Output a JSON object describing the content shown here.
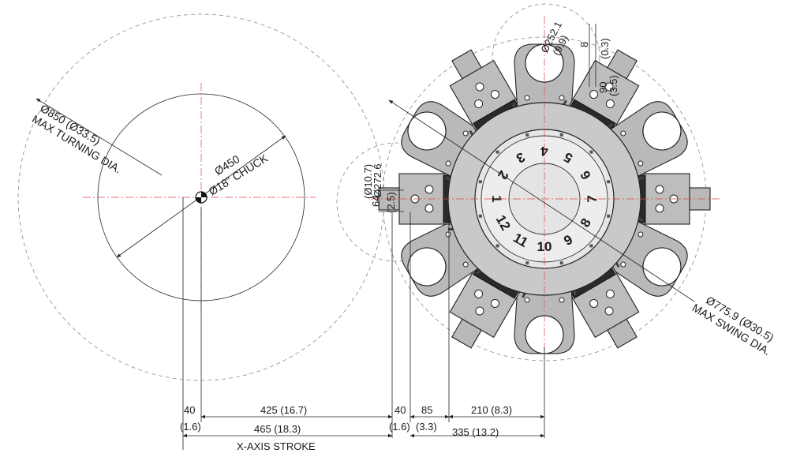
{
  "chuck": {
    "max_turning_dia": "Ø850 (Ø33.5)",
    "max_turning_caption": "MAX TURNING DIA.",
    "chuck_dia": "Ø450",
    "chuck_caption": "Ø18\" CHUCK"
  },
  "turret": {
    "max_swing_dia": "Ø775.9 (Ø30.5)",
    "max_swing_caption": "MAX SWING DIA.",
    "station_numbers": [
      "1",
      "2",
      "3",
      "4",
      "5",
      "6",
      "7",
      "8",
      "9",
      "10",
      "11",
      "12"
    ]
  },
  "tool_dims": {
    "top_circle": "Ø252.1",
    "top_circle_in": "(9.9)",
    "top_8": "8",
    "top_8_in": "(0.3)",
    "top_90": "90",
    "top_90_in": "(3.5)",
    "left_circle": "Ø272.6",
    "left_circle_in": "(Ø10.7)",
    "left_64": "64",
    "left_64_in": "(2.5)"
  },
  "bottom_dims": {
    "d40a": "40",
    "d40a_in": "(1.6)",
    "d425": "425 (16.7)",
    "d465": "465 (18.3)",
    "d40b": "40",
    "d40b_in": "(1.6)",
    "d85": "85",
    "d85_in": "(3.3)",
    "d210": "210 (8.3)",
    "d335": "335 (13.2)",
    "stroke_caption": "X-AXIS STROKE"
  },
  "colors": {
    "centerline": "#dd4444",
    "turret_body": "#c9c9c9",
    "line": "#222222"
  }
}
